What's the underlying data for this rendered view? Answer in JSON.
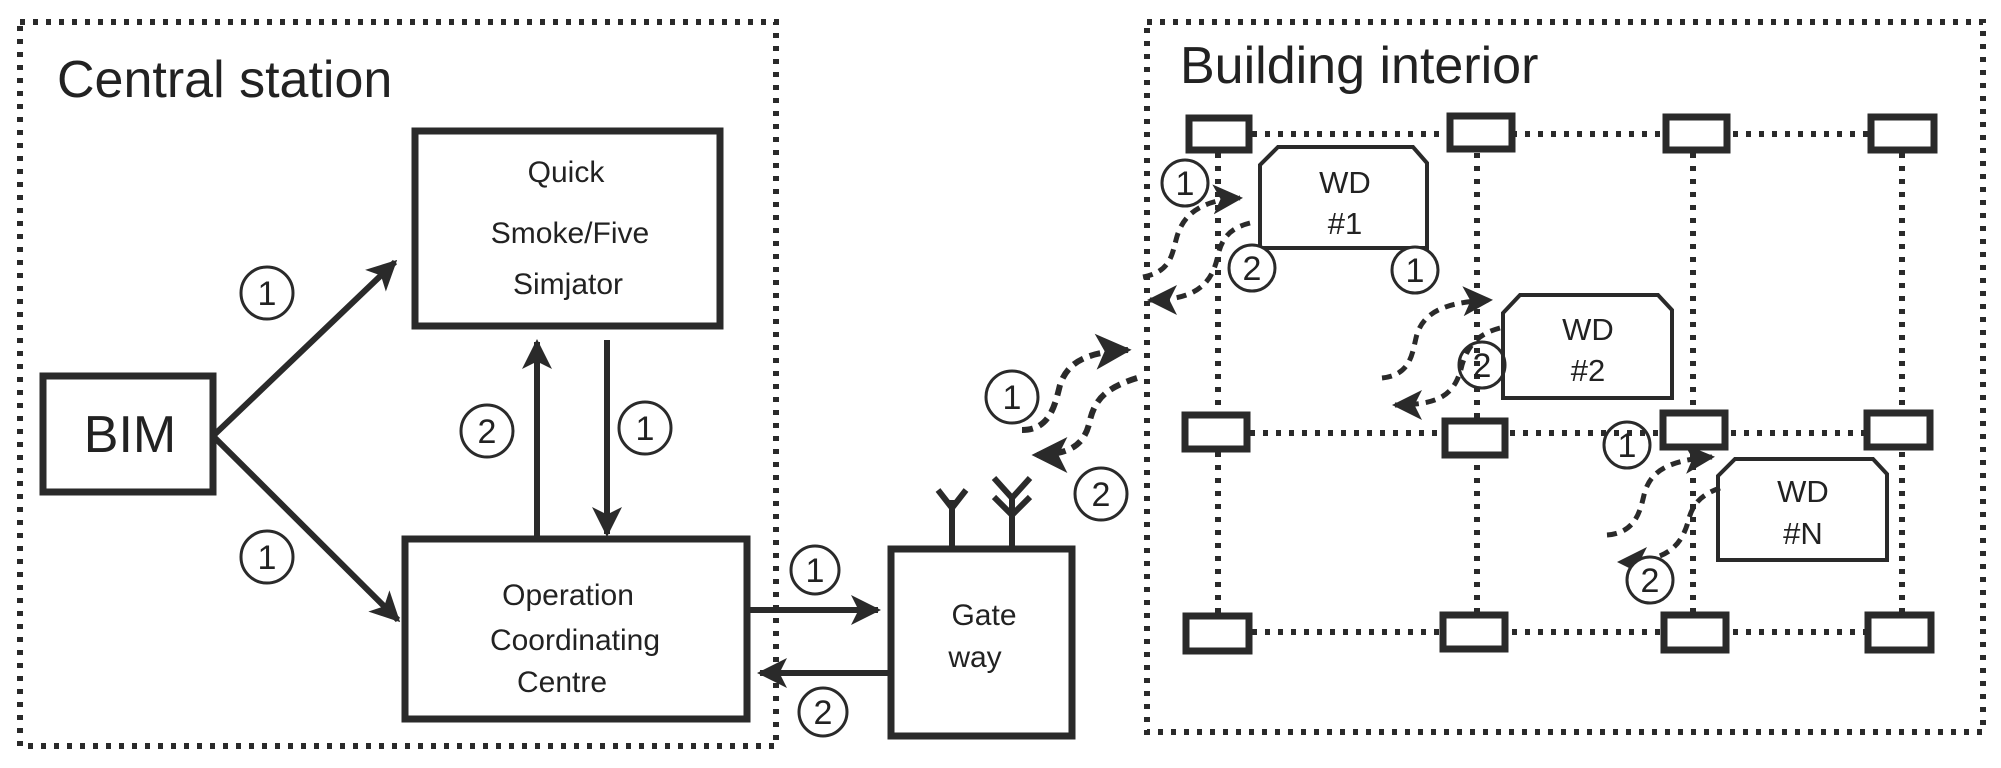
{
  "colors": {
    "ink": "#2a2a2a",
    "background": "#ffffff"
  },
  "regions": {
    "central_station": {
      "title": "Central station"
    },
    "building_interior": {
      "title": "Building interior"
    }
  },
  "components": {
    "bim": {
      "label": "BIM"
    },
    "simulator": {
      "lines": [
        "Quick",
        "Smoke/Five",
        "Simjator"
      ]
    },
    "occ": {
      "lines": [
        "Operation",
        "Coordinating",
        "Centre"
      ]
    },
    "gateway": {
      "lines": [
        "Gate",
        "way"
      ]
    },
    "wireless_devices": [
      {
        "lines": [
          "WD",
          "#1"
        ]
      },
      {
        "lines": [
          "WD",
          "#2"
        ]
      },
      {
        "lines": [
          "WD",
          "#N"
        ]
      }
    ]
  },
  "sensor_grid": {
    "rows": 3,
    "columns": 4
  },
  "step_markers": {
    "one": "1",
    "two": "2"
  }
}
